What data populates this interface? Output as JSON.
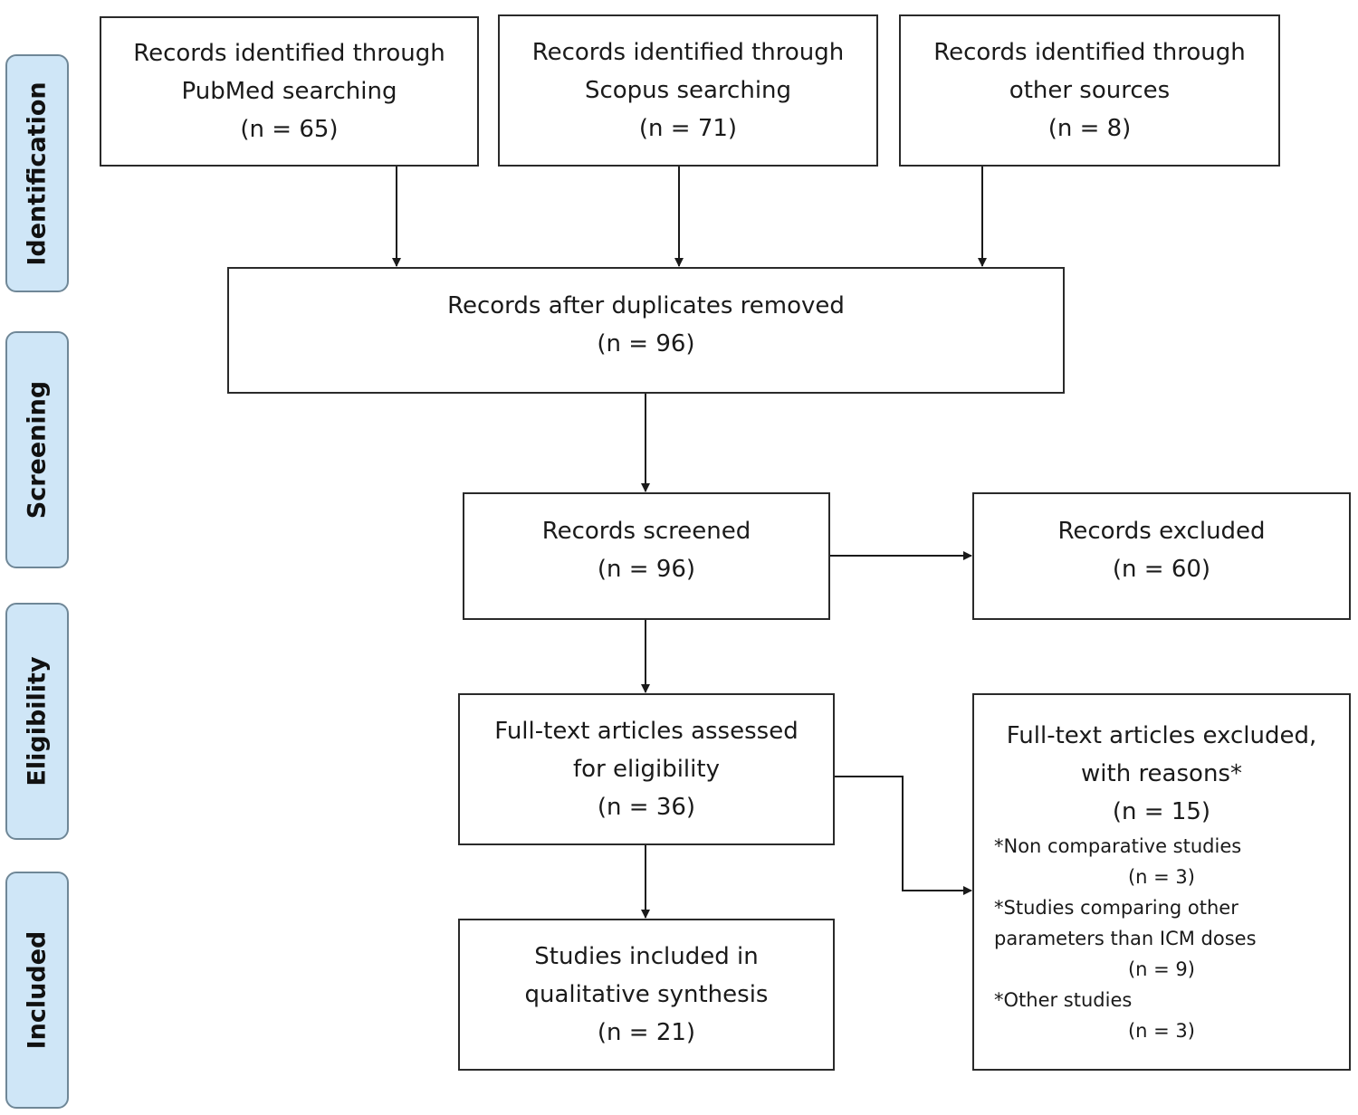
{
  "phases": [
    {
      "label": "Identification"
    },
    {
      "label": "Screening"
    },
    {
      "label": "Eligibility"
    },
    {
      "label": "Included"
    }
  ],
  "boxes": {
    "pubmed": {
      "lines": [
        "Records identified through",
        "PubMed searching",
        "(n = 65)"
      ]
    },
    "scopus": {
      "lines": [
        "Records identified through",
        "Scopus searching",
        "(n = 71)"
      ]
    },
    "other": {
      "lines": [
        "Records identified through",
        "other sources",
        "(n = 8)"
      ]
    },
    "duplicates": {
      "lines": [
        "Records after duplicates removed",
        "(n = 96)"
      ]
    },
    "screened": {
      "lines": [
        "Records screened",
        "(n = 96)"
      ]
    },
    "excluded": {
      "lines": [
        "Records excluded",
        "(n = 60)"
      ]
    },
    "fulltext": {
      "lines": [
        "Full-text articles assessed",
        "for eligibility",
        "(n = 36)"
      ]
    },
    "included": {
      "lines": [
        "Studies included in",
        "qualitative synthesis",
        "(n = 21)"
      ]
    },
    "fulltext_excluded": {
      "title_lines": [
        "Full-text articles excluded,",
        "with reasons*",
        "(n = 15)"
      ],
      "reasons": [
        {
          "label": "*Non comparative studies",
          "n": "(n = 3)"
        },
        {
          "label": "*Studies comparing other",
          "label2": "parameters than ICM doses",
          "n": "(n = 9)"
        },
        {
          "label": "*Other studies",
          "n": "(n = 3)"
        }
      ]
    }
  }
}
